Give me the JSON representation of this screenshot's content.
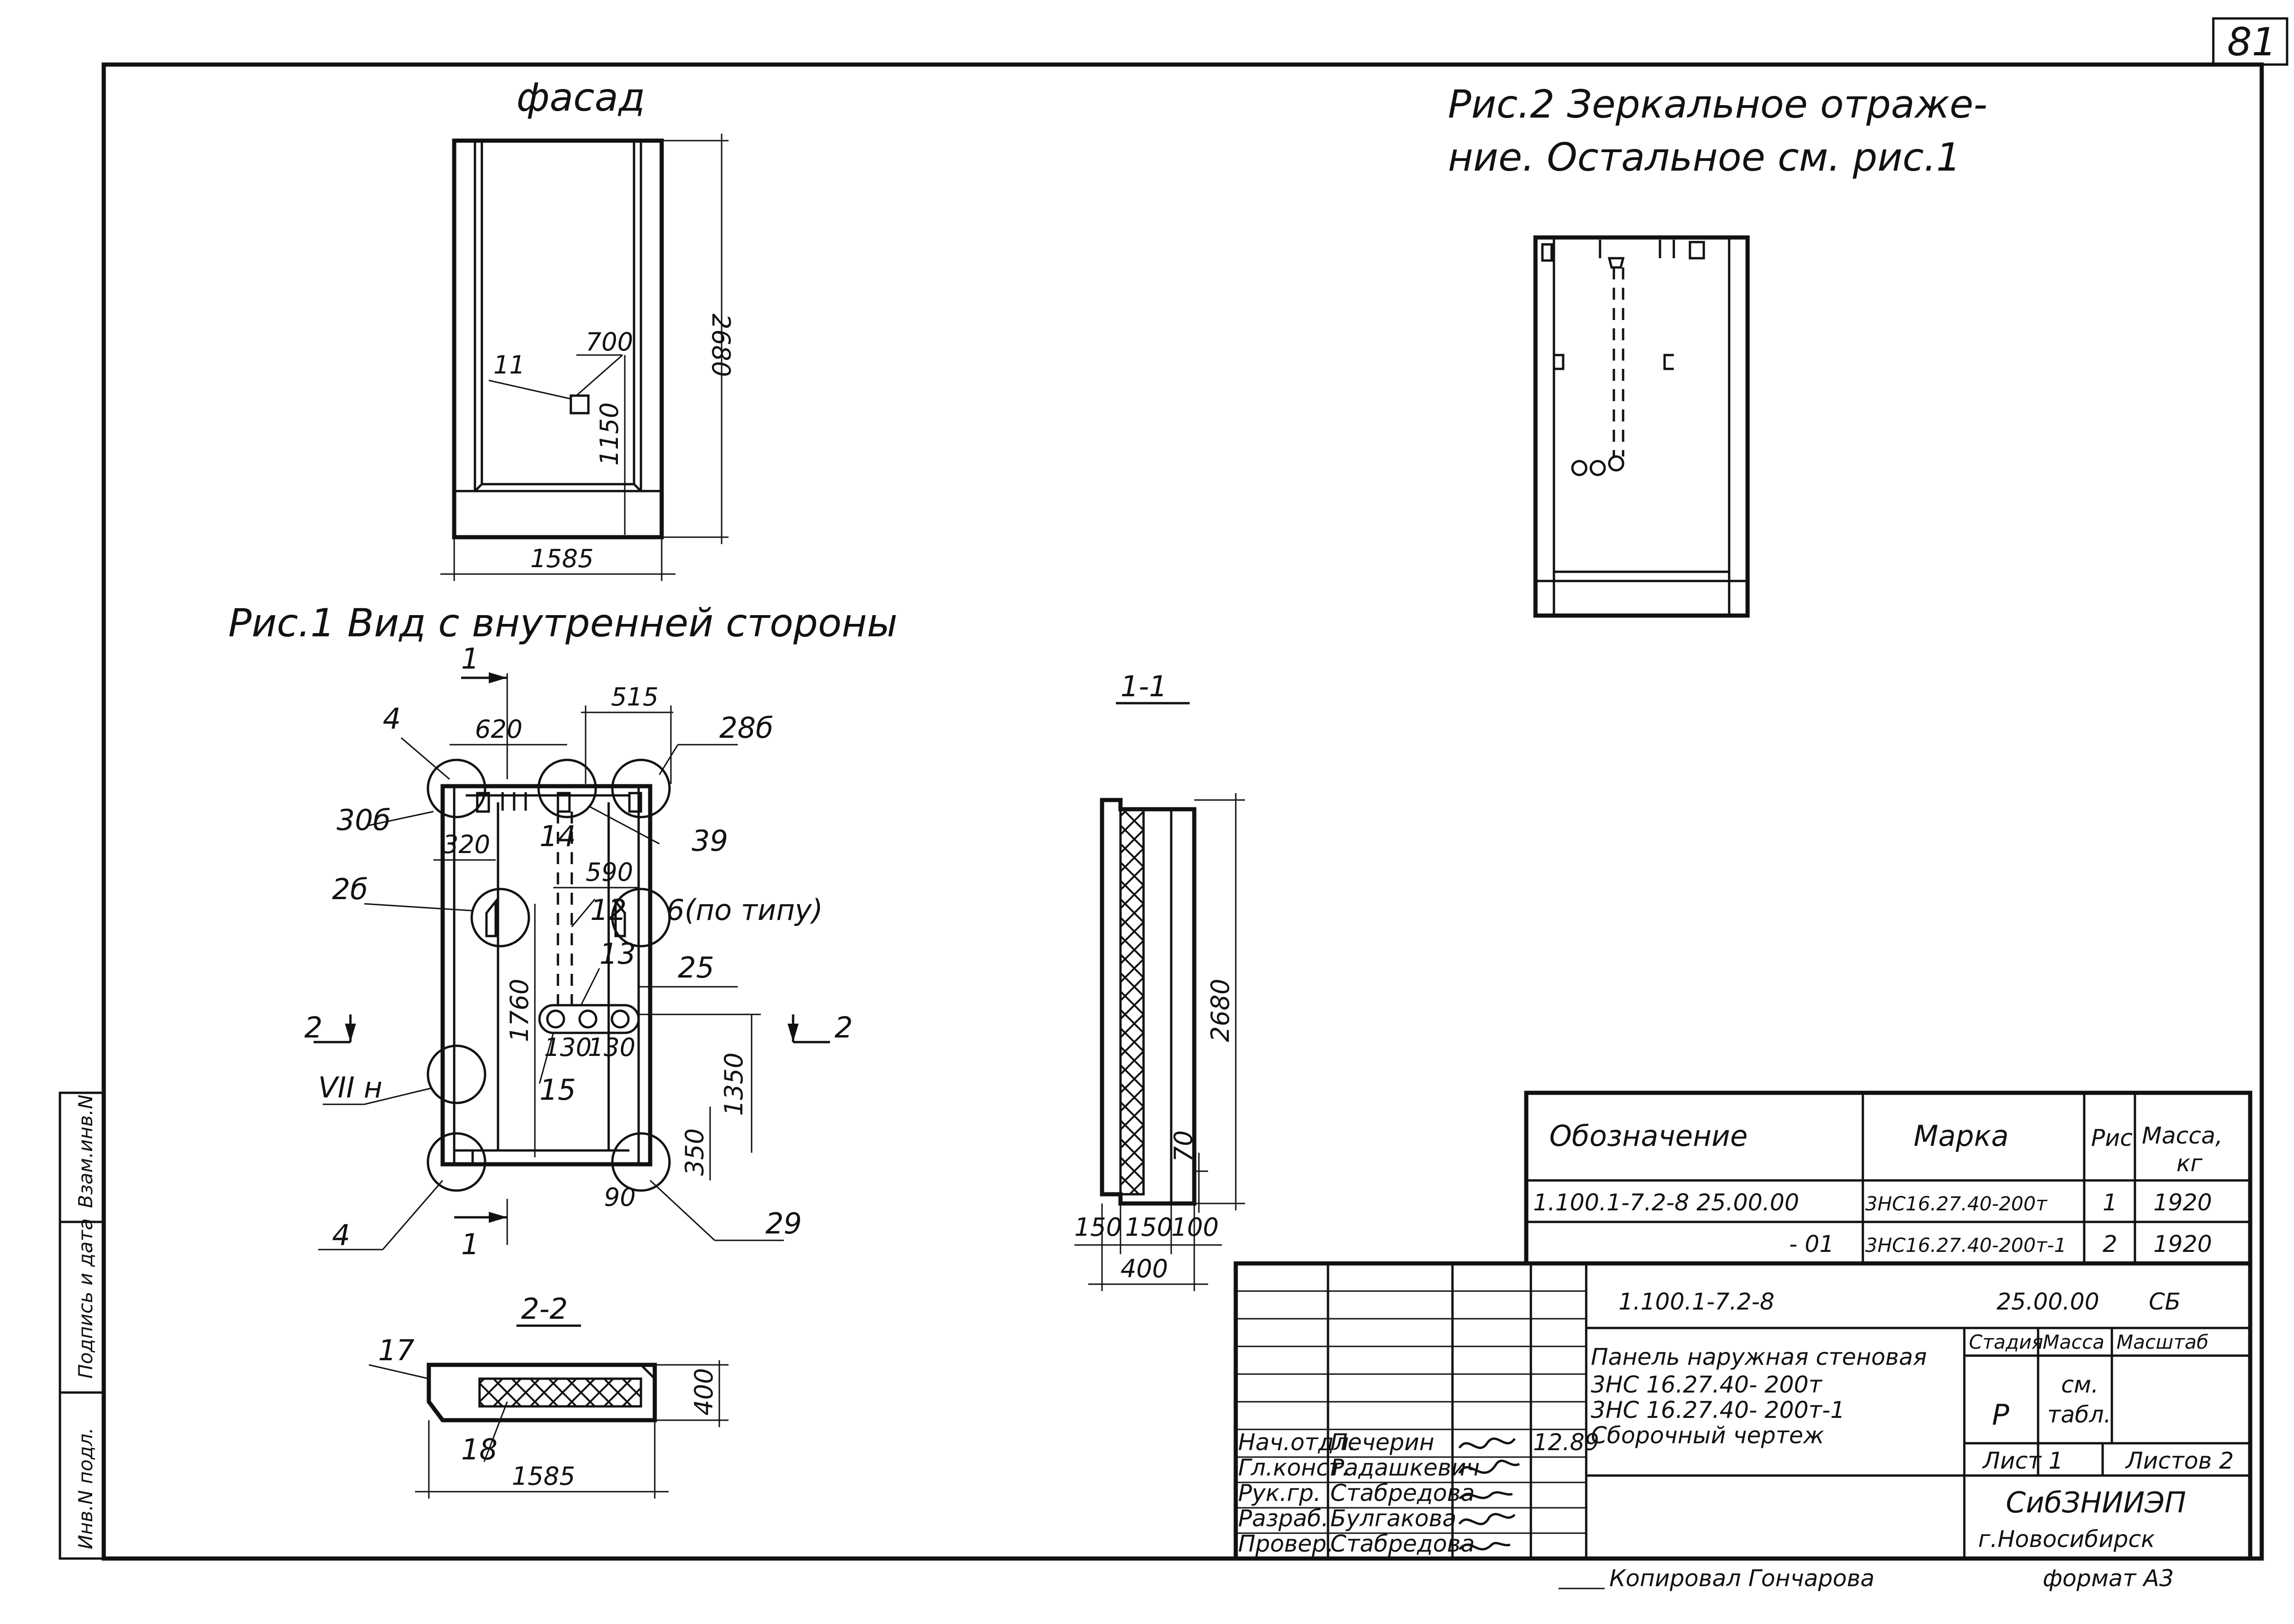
{
  "page_number": "81",
  "stamp": {
    "replace_inv": "Взам.инв.N",
    "sign_date": "Подпись и дата",
    "inv_no": "Инв.N подл."
  },
  "facade": {
    "title": "фасад",
    "callout_item": "11",
    "dim_offset": "700",
    "dim_height_low": "1150",
    "dim_height": "2680",
    "dim_width": "1585"
  },
  "fig1": {
    "title": "Рис.1  Вид с внутренней стороны",
    "section_1": "1",
    "section_2": "2",
    "dim_620": "620",
    "dim_515": "515",
    "dim_320": "320",
    "dim_590": "590",
    "dim_1760": "1760",
    "dim_1350": "1350",
    "dim_350": "350",
    "dim_130": "130",
    "dim_90": "90",
    "callout_4": "4",
    "callout_30b": "30б",
    "callout_14": "14",
    "callout_28b": "28б",
    "callout_39": "39",
    "callout_2b": "2б",
    "callout_12": "12",
    "callout_6": "6(по типу)",
    "callout_13": "13",
    "callout_25": "25",
    "callout_15": "15",
    "callout_node": "VII н",
    "callout_29": "29"
  },
  "section_2_2": {
    "title": "2-2",
    "callout_17": "17",
    "callout_18": "18",
    "dim_thickness": "400",
    "dim_width": "1585"
  },
  "section_1_1": {
    "title": "1-1",
    "dim_height": "2680",
    "dim_70": "70",
    "dim_150": "150",
    "dim_100": "100",
    "dim_total": "400"
  },
  "fig2": {
    "title_line1": "Рис.2  Зеркальное отраже-",
    "title_line2": "ние. Остальное см. рис.1"
  },
  "spec_table": {
    "headers": [
      "Обозначение",
      "Марка",
      "Рис",
      "Масса,"
    ],
    "mass_unit": "кг",
    "rows": [
      {
        "designation": "1.100.1-7.2-8     25.00.00",
        "mark": "3НС16.27.40-200т",
        "fig": "1",
        "mass": "1920"
      },
      {
        "designation": "- 01",
        "mark": "3НС16.27.40-200т-1",
        "fig": "2",
        "mass": "1920"
      }
    ]
  },
  "title_block": {
    "roles": [
      "Нач.отдл.",
      "Гл.конст.",
      "Рук.гр.",
      "Разраб.",
      "Провер."
    ],
    "names": [
      "Печерин",
      "Радашкевич",
      "Стабредова",
      "Булгакова",
      "Стабредова"
    ],
    "date": "12.89",
    "doc_code": "1.100.1-7.2-8",
    "doc_number": "25.00.00",
    "doc_type": "СБ",
    "title_lines": [
      "Панель наружная стеновая",
      "3НС 16.27.40- 200т",
      "3НС 16.27.40- 200т-1",
      "Сборочный чертеж"
    ],
    "stage_label": "Стадия",
    "mass_label": "Масса",
    "scale_label": "Масштаб",
    "stage_value": "Р",
    "mass_value_0": "см.",
    "mass_value_1": "табл.",
    "sheet_label": "Лист 1",
    "sheets_label": "Листов 2",
    "org_lines": [
      "СибЗНИИЭП",
      "г.Новосибирск"
    ]
  },
  "footer": {
    "copied_by": "Копировал  Гончарова",
    "format": "формат А3"
  }
}
